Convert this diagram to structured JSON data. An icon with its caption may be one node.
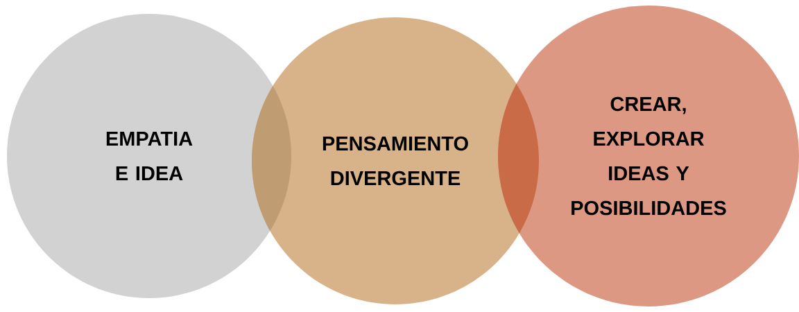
{
  "diagram": {
    "nodes": [
      {
        "text": [
          "EMPATIA E IDEA"
        ]
      },
      {
        "text": [
          "PENSAMIENTO DIVERGENTE"
        ]
      },
      {
        "text": [
          "CREAR, EXPLORAR IDEAS Y POSIBILIDADES"
        ]
      }
    ]
  }
}
